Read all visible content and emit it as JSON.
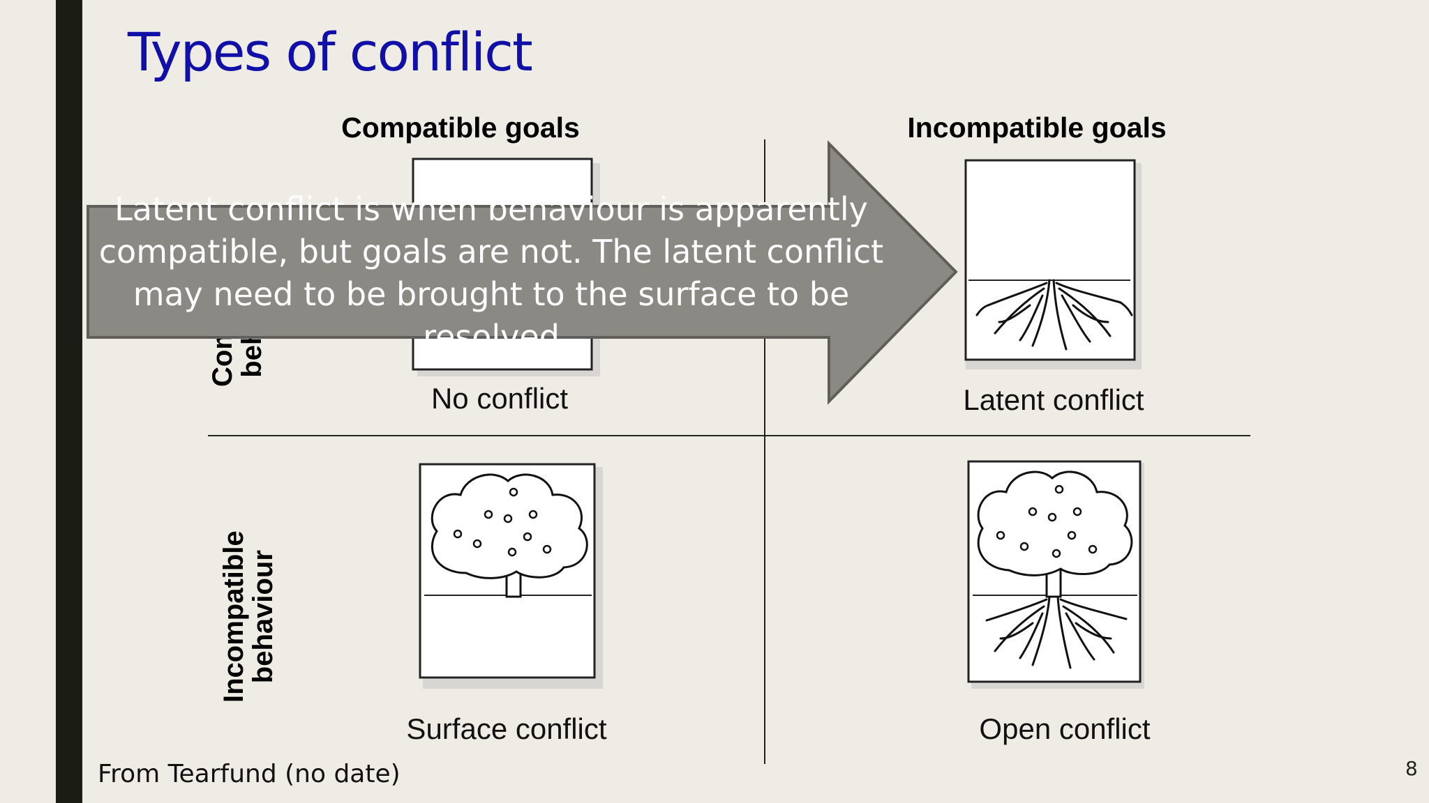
{
  "slide": {
    "title": "Types of conflict",
    "columns": [
      "Compatible goals",
      "Incompatible goals"
    ],
    "rows": [
      {
        "line1": "Compatible",
        "line2": "behaviour"
      },
      {
        "line1": "Incompatible",
        "line2": "behaviour"
      }
    ],
    "cells": [
      {
        "caption": "No conflict",
        "image": "blank-box"
      },
      {
        "caption": "Latent conflict",
        "image": "roots-only"
      },
      {
        "caption": "Surface conflict",
        "image": "tree-no-roots"
      },
      {
        "caption": "Open conflict",
        "image": "tree-with-roots"
      }
    ],
    "callout": "Latent conflict is when behaviour is apparently compatible, but goals are not. The latent conflict may need to be brought to the surface to be resolved",
    "source": "From Tearfund (no date)",
    "page_number": "8"
  },
  "colors": {
    "background": "#efece6",
    "title": "#1010a8",
    "left_bar": "#1c1c17",
    "arrow_fill": "#8a8984",
    "arrow_stroke": "#5f5e5a"
  }
}
